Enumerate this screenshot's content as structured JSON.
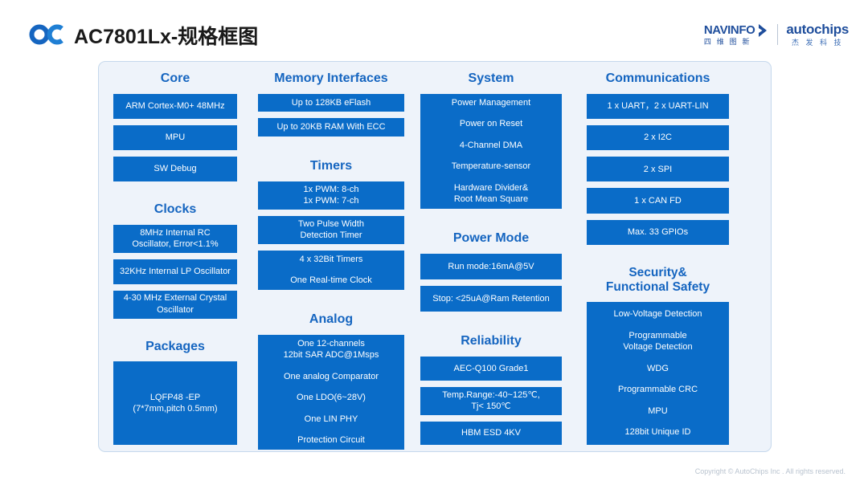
{
  "header": {
    "logo_text": "OC",
    "title": "AC7801Lx-规格框图",
    "navinfo": {
      "en": "NAVINFO",
      "cn": "四 维 图 新"
    },
    "autochips": {
      "en": "autochips",
      "cn": "杰 发 科 技"
    }
  },
  "footer": {
    "copyright": "Copyright © AutoChips Inc . All rights reserved."
  },
  "colors": {
    "block_blue": "#0a6cc8",
    "title_blue": "#1565c0",
    "panel_bg": "#eef3fa",
    "panel_border": "#c5d8ec",
    "brand_blue": "#1f4e9c"
  },
  "columns": [
    {
      "name": "core",
      "sections": [
        {
          "title": "Core",
          "blocks": [
            {
              "lines": [
                "ARM Cortex-M0+ 48MHz"
              ],
              "h": 32
            },
            {
              "lines": [
                "MPU"
              ],
              "h": 32
            },
            {
              "lines": [
                "SW Debug"
              ],
              "h": 32
            }
          ]
        },
        {
          "title": "Clocks",
          "blocks": [
            {
              "lines": [
                "8MHz Internal RC",
                "Oscillator, Error<1.1%"
              ],
              "h": 35
            },
            {
              "lines": [
                "32KHz Internal LP Oscillator"
              ],
              "h": 32
            },
            {
              "lines": [
                "4-30 MHz External Crystal",
                "Oscillator"
              ],
              "h": 35
            }
          ]
        },
        {
          "title": "Packages",
          "blocks": [
            {
              "lines": [
                "LQFP48 -EP",
                "(7*7mm,pitch 0.5mm)"
              ],
              "h": 108
            }
          ]
        }
      ]
    },
    {
      "name": "memory-interfaces",
      "sections": [
        {
          "title": "Memory Interfaces",
          "blocks": [
            {
              "lines": [
                "Up to 128KB eFlash"
              ],
              "h": 32
            },
            {
              "lines": [
                "Up to 20KB RAM With ECC"
              ],
              "h": 32
            }
          ]
        },
        {
          "title": "Timers",
          "blocks": [
            {
              "lines": [
                "1x PWM: 8-ch",
                "1x PWM: 7-ch"
              ],
              "h": 35
            },
            {
              "lines": [
                "Two Pulse Width",
                "Detection Timer"
              ],
              "h": 35
            },
            {
              "lines": [
                "4 x 32Bit Timers",
                "One Real-time Clock"
              ],
              "h": 58,
              "multi": true
            }
          ]
        },
        {
          "title": "Analog",
          "blocks": [
            {
              "lines": [
                "One 12-channels\n12bit SAR ADC@1Msps",
                "One analog Comparator",
                "One LDO(6~28V)",
                "One LIN PHY",
                "Protection Circuit"
              ],
              "h": 148,
              "multi": true
            }
          ]
        }
      ]
    },
    {
      "name": "system",
      "sections": [
        {
          "title": "System",
          "blocks": [
            {
              "lines": [
                "Power Management",
                "Power on Reset",
                "4-Channel DMA",
                "Temperature-sensor",
                "Hardware Divider&\nRoot Mean Square"
              ],
              "h": 155,
              "multi": true
            }
          ]
        },
        {
          "title": "Power Mode",
          "blocks": [
            {
              "lines": [
                "Run mode:16mA@5V"
              ],
              "h": 35
            },
            {
              "lines": [
                "Stop: <25uA@Ram Retention"
              ],
              "h": 35
            }
          ]
        },
        {
          "title": "Reliability",
          "blocks": [
            {
              "lines": [
                "AEC-Q100 Grade1"
              ],
              "h": 32
            },
            {
              "lines": [
                "Temp.Range:-40~125℃,",
                "Tj< 150℃"
              ],
              "h": 35
            },
            {
              "lines": [
                "HBM ESD  4KV"
              ],
              "h": 32
            }
          ]
        }
      ]
    },
    {
      "name": "communications",
      "sections": [
        {
          "title": "Communications",
          "blocks": [
            {
              "lines": [
                "1 x UART，2 x UART-LIN"
              ],
              "h": 32
            },
            {
              "lines": [
                "2 x I2C"
              ],
              "h": 32
            },
            {
              "lines": [
                "2 x SPI"
              ],
              "h": 32
            },
            {
              "lines": [
                "1 x CAN FD"
              ],
              "h": 32
            },
            {
              "lines": [
                "Max. 33 GPIOs"
              ],
              "h": 32
            }
          ]
        },
        {
          "title": "Security&\nFunctional Safety",
          "blocks": [
            {
              "lines": [
                "Low-Voltage Detection",
                "Programmable\nVoltage Detection",
                "WDG",
                "Programmable CRC",
                "MPU",
                "128bit Unique ID"
              ],
              "h": 184,
              "multi": true
            }
          ]
        }
      ]
    }
  ],
  "layout": {
    "section_title_margins": {
      "core": [
        12,
        10,
        18,
        10,
        18,
        12
      ],
      "memory": [
        12,
        10,
        20,
        10,
        20,
        12
      ],
      "system": [
        12,
        10,
        20,
        10,
        20,
        12
      ],
      "comms": [
        12,
        10,
        18,
        12
      ]
    }
  }
}
